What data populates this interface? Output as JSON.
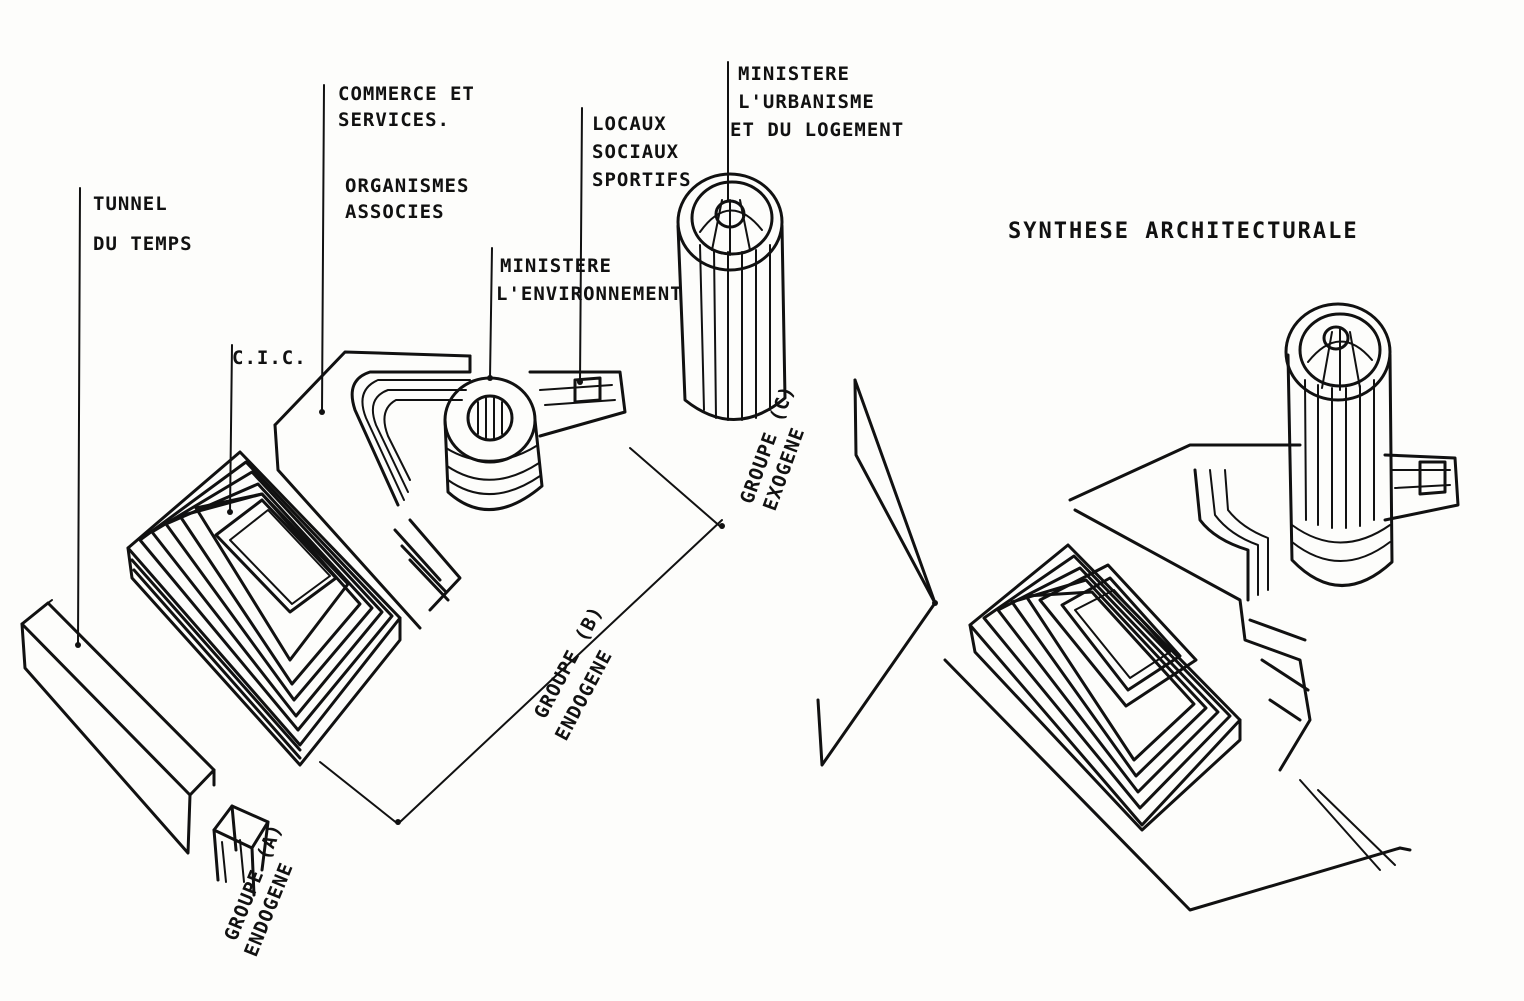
{
  "labels": {
    "tunnel": [
      "TUNNEL",
      "DU TEMPS"
    ],
    "commerce": [
      "COMMERCE ET",
      "SERVICES."
    ],
    "organismes": [
      "ORGANISMES",
      "ASSOCIES"
    ],
    "locaux": [
      "LOCAUX",
      "SOCIAUX",
      "SPORTIFS"
    ],
    "ministere_urbanisme": [
      "MINISTERE",
      "L'URBANISME",
      "ET DU LOGEMENT"
    ],
    "ministere_environnement": [
      "MINISTERE",
      "L'ENVIRONNEMENT"
    ],
    "cic": "C.I.C.",
    "groupe_c": [
      "GROUPE (C)",
      "EXOGENE"
    ],
    "groupe_b": [
      "GROUPE (B)",
      "ENDOGENE"
    ],
    "groupe_a": [
      "GROUPE (A)",
      "ENDOGENE"
    ],
    "synthese": "SYNTHESE ARCHITECTURALE"
  },
  "colors": {
    "ink": "#111111",
    "paper": "#fdfdfb"
  }
}
